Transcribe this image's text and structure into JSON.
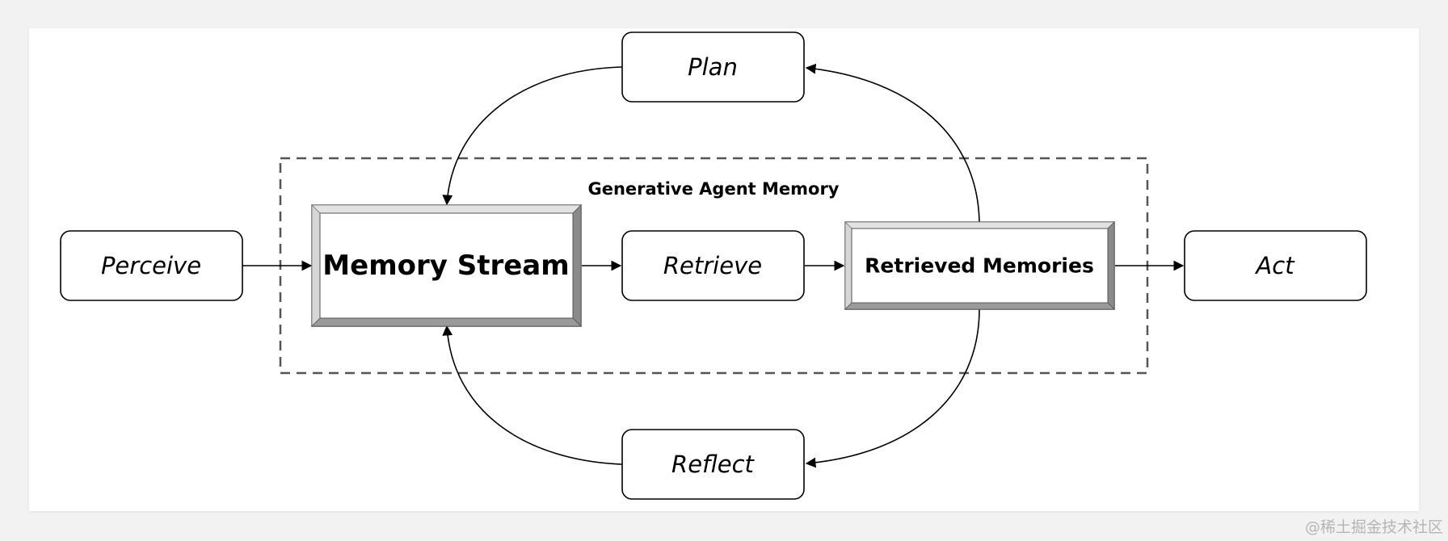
{
  "diagram": {
    "group_label": "Generative Agent Memory",
    "nodes": {
      "perceive": "Perceive",
      "memory_stream": "Memory Stream",
      "retrieve": "Retrieve",
      "retrieved_memories": "Retrieved Memories",
      "act": "Act",
      "plan": "Plan",
      "reflect": "Reflect"
    }
  },
  "watermark": "@稀土掘金技术社区",
  "colors": {
    "stroke": "#000000",
    "dash_border": "#555555",
    "bevel_light": "#e6e6e6",
    "bevel_dark": "#8a8a8a"
  }
}
